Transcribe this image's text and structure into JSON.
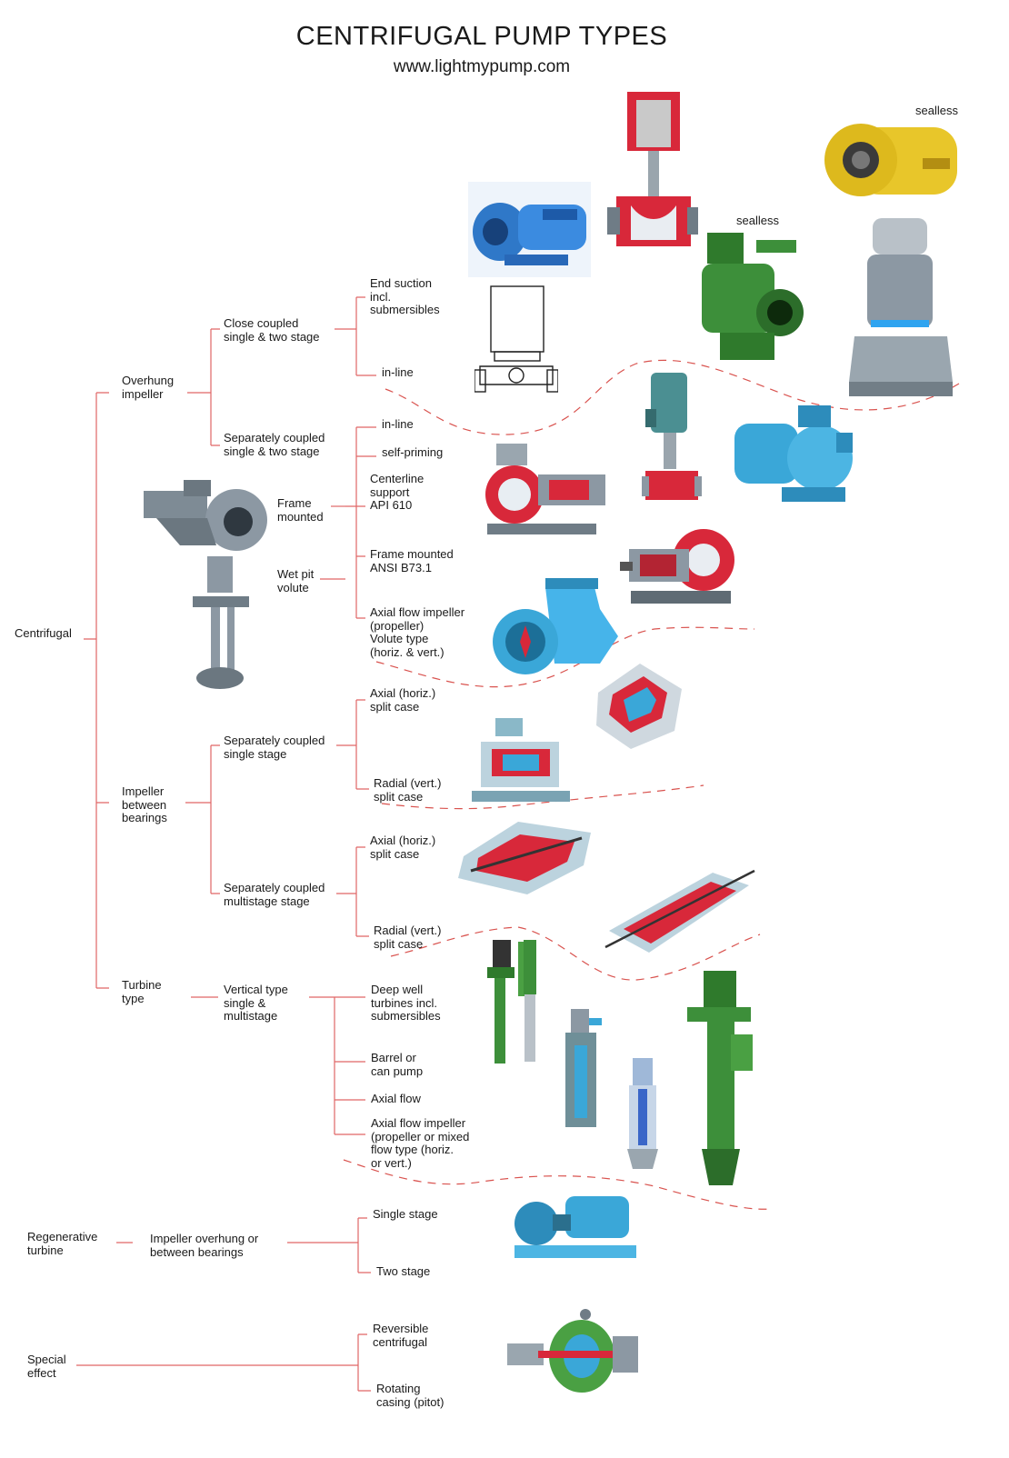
{
  "header": {
    "title": "CENTRIFUGAL PUMP TYPES",
    "subtitle": "www.lightmypump.com"
  },
  "colors": {
    "tree_line": "#e06666",
    "divider": "#d9534f",
    "pump_blue": "#3aa7d8",
    "pump_green": "#3d8f3a",
    "pump_yellow": "#e8c62a",
    "cutaway_red": "#d8283a",
    "pump_gray": "#8c98a3"
  },
  "tree": {
    "root": "Centrifugal",
    "overhung": {
      "label": "Overhung\nimpeller",
      "close_coupled": "Close coupled\nsingle & two stage",
      "separately_coupled": "Separately coupled\nsingle & two stage",
      "end_suction": "End suction\nincl.\nsubmersibles",
      "inline_a": "in-line",
      "inline_b": "in-line",
      "self_priming": "self-priming",
      "centerline": "Centerline\nsupport\nAPI 610",
      "frame_mounted_ansi": "Frame mounted\nANSI B73.1",
      "axial_flow": "Axial flow impeller\n(propeller)\nVolute type\n(horiz. & vert.)",
      "frame_mounted": "Frame\nmounted",
      "wet_pit": "Wet pit\nvolute"
    },
    "between_bearings": {
      "label": "Impeller\nbetween\nbearings",
      "single_stage": "Separately coupled\nsingle stage",
      "multistage": "Separately coupled\nmultistage stage",
      "axial_split_1": "Axial (horiz.)\nsplit case",
      "radial_split_1": "Radial (vert.)\nsplit case",
      "axial_split_2": "Axial (horiz.)\nsplit case",
      "radial_split_2": "Radial (vert.)\nsplit case"
    },
    "turbine": {
      "label": "Turbine\ntype",
      "vertical": "Vertical type\nsingle &\nmultistage",
      "deep_well": "Deep well\nturbines incl.\nsubmersibles",
      "barrel": "Barrel or\ncan pump",
      "axial_flow": "Axial flow",
      "axial_mixed": "Axial flow impeller\n(propeller or mixed\nflow type (horiz.\nor vert.)"
    },
    "regenerative": {
      "label": "Regenerative\nturbine",
      "impeller": "Impeller overhung or\nbetween bearings",
      "single": "Single stage",
      "two": "Two stage"
    },
    "special": {
      "label": "Special\neffect",
      "reversible": "Reversible\ncentrifugal",
      "rotating": "Rotating\ncasing (pitot)"
    }
  },
  "image_notes": {
    "sealless_1": "sealless",
    "sealless_2": "sealless"
  },
  "pump_icons": [
    "close-coupled-blue-pump-icon",
    "inline-vertical-cutaway-pump-icon",
    "sealless-green-pump-icon",
    "sealless-yellow-magmax-pump-icon",
    "submersible-gray-pump-icon",
    "inline-outline-pump-icon",
    "inline-vertical-motor-pump-icon",
    "self-priming-blue-pump-icon",
    "centerline-cutaway-pump-icon",
    "frame-mounted-cutaway-pump-icon",
    "axial-flow-propeller-pump-icon",
    "frame-mounted-gray-pump-icon",
    "wet-pit-gray-pump-icon",
    "axial-split-case-pump-icon",
    "radial-split-case-pump-icon",
    "axial-split-multistage-pump-icon",
    "radial-split-multistage-pump-icon",
    "deep-well-turbine-pump-icon",
    "submersible-green-pump-icon",
    "barrel-can-pump-icon",
    "axial-flow-vertical-pump-icon",
    "mixed-flow-green-pump-icon",
    "regenerative-turbine-pump-icon",
    "rotating-casing-pitot-pump-icon"
  ]
}
